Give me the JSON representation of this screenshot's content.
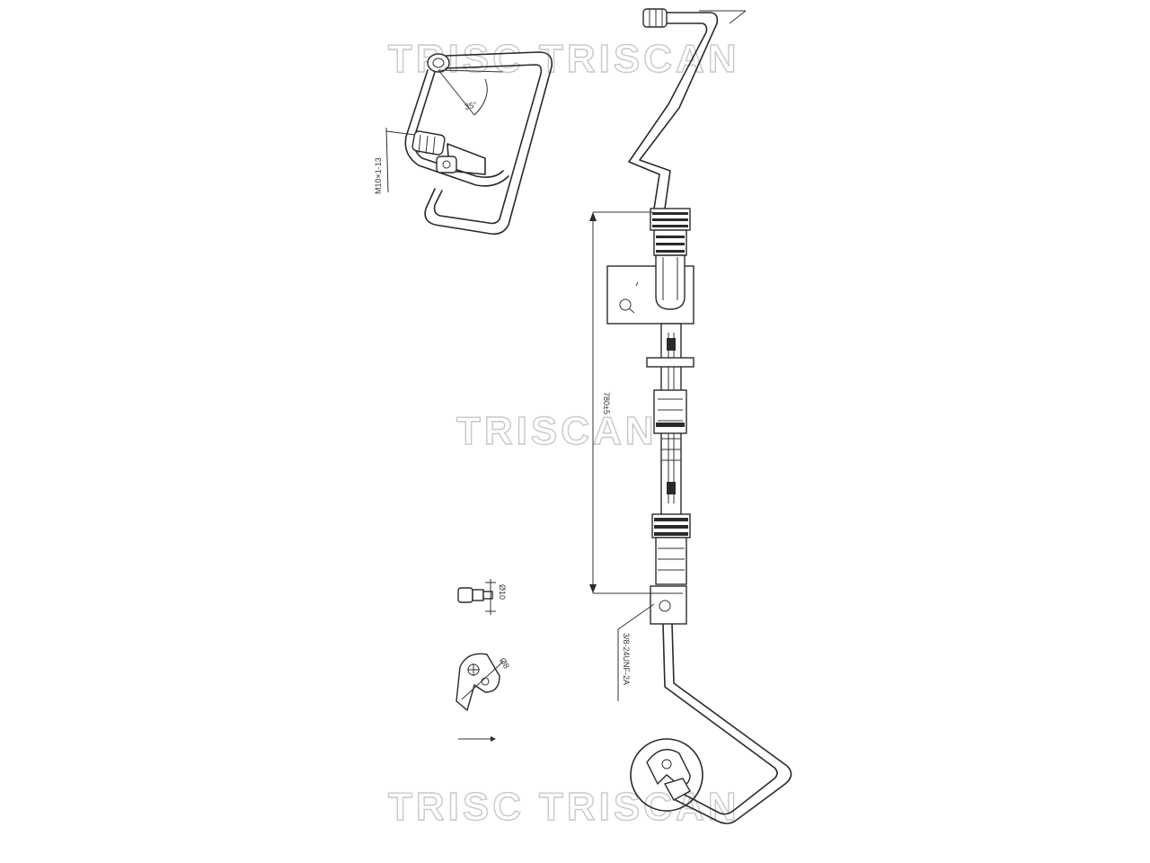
{
  "watermark": {
    "brand": "TRISCAN",
    "overlap_text_a": "TRISC",
    "overlap_text_b": "TRISCAN"
  },
  "dimensions": {
    "main_length": "780±5",
    "thread_top": "M10×1-13",
    "thread_bottom": "3/8-24UNF-2A",
    "angle": "35°",
    "bolt_dia": "Ø10",
    "bracket_hole": "Ø8"
  },
  "colors": {
    "line": "#2a2a2a",
    "watermark": "#c8c8c8",
    "background": "#ffffff"
  }
}
